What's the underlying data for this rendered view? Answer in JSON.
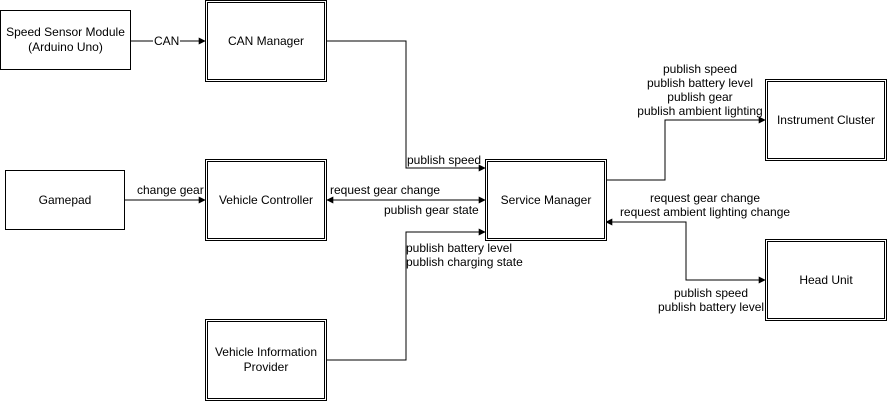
{
  "nodes": {
    "speed_sensor": "Speed Sensor Module\n(Arduino Uno)",
    "can_manager": "CAN Manager",
    "gamepad": "Gamepad",
    "vehicle_controller": "Vehicle Controller",
    "service_manager": "Service Manager",
    "vehicle_info_provider": "Vehicle Information\nProvider",
    "instrument_cluster": "Instrument Cluster",
    "head_unit": "Head Unit"
  },
  "edges": {
    "can": "CAN",
    "change_gear": "change gear",
    "publish_speed_sm": "publish speed",
    "request_gear_change_vc": "request gear change",
    "publish_gear_state": "publish gear state",
    "vip_labels": [
      "publish battery level",
      "publish charging state"
    ],
    "ic_labels": [
      "publish speed",
      "publish battery level",
      "publish gear",
      "publish ambient lighting"
    ],
    "hu_request_labels": [
      "request gear change",
      "request ambient lighting change"
    ],
    "hu_publish_labels": [
      "publish speed",
      "publish battery level"
    ]
  }
}
